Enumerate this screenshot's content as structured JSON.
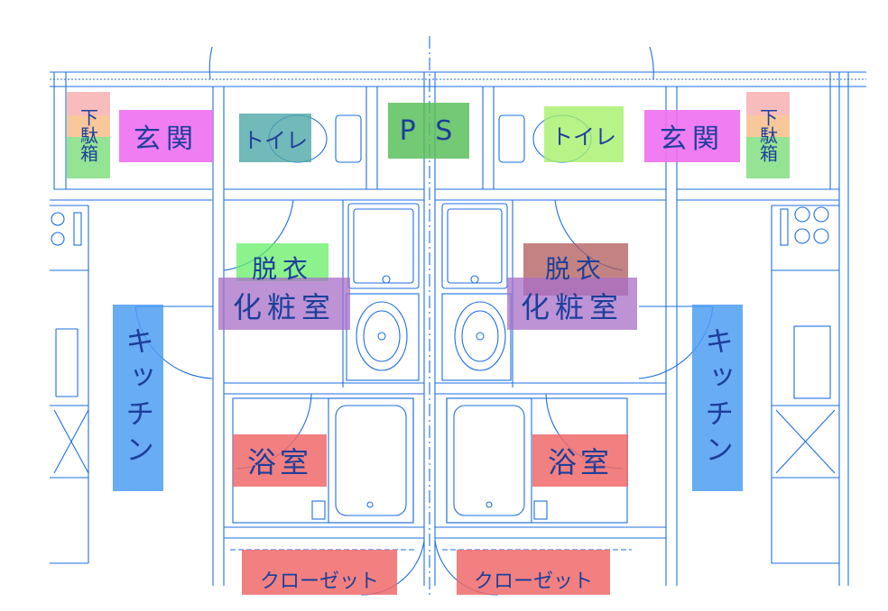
{
  "plan": {
    "line_color": "#1f6fe0",
    "units": [
      {
        "side": "left",
        "rooms": [
          {
            "key": "genkan",
            "label": "玄関",
            "fill": "#ee6ff0"
          },
          {
            "key": "toilet",
            "label": "トイレ",
            "fill": "#4fa8a8"
          },
          {
            "key": "datsui",
            "label": "脱衣",
            "fill": "#66ee66"
          },
          {
            "key": "kesho",
            "label": "化粧室",
            "fill": "#a76fc8"
          },
          {
            "key": "kitchen",
            "label": "キッチン",
            "fill": "#4d9ef2"
          },
          {
            "key": "yokushitsu",
            "label": "浴室",
            "fill": "#f06a6a"
          },
          {
            "key": "closet",
            "label": "クローゼット",
            "fill": "#f06a6a"
          },
          {
            "key": "getabako",
            "label": "下駄箱",
            "fill": [
              "#f6a0a0",
              "#f5b070",
              "#66d866"
            ]
          }
        ]
      },
      {
        "side": "right",
        "rooms": [
          {
            "key": "genkan",
            "label": "玄関",
            "fill": "#ee6ff0"
          },
          {
            "key": "toilet",
            "label": "トイレ",
            "fill": "#a6f06a"
          },
          {
            "key": "datsui",
            "label": "脱衣",
            "fill": "#b05a5a"
          },
          {
            "key": "kesho",
            "label": "化粧室",
            "fill": "#a76fc8"
          },
          {
            "key": "kitchen",
            "label": "キッチン",
            "fill": "#4d9ef2"
          },
          {
            "key": "yokushitsu",
            "label": "浴室",
            "fill": "#f06a6a"
          },
          {
            "key": "closet",
            "label": "クローゼット",
            "fill": "#f06a6a"
          },
          {
            "key": "getabako",
            "label": "下駄箱",
            "fill": [
              "#f6a0a0",
              "#f5b070",
              "#66d866"
            ]
          }
        ]
      }
    ],
    "shared": {
      "ps": {
        "label": "P S",
        "fill": "#5cc05c"
      }
    }
  }
}
